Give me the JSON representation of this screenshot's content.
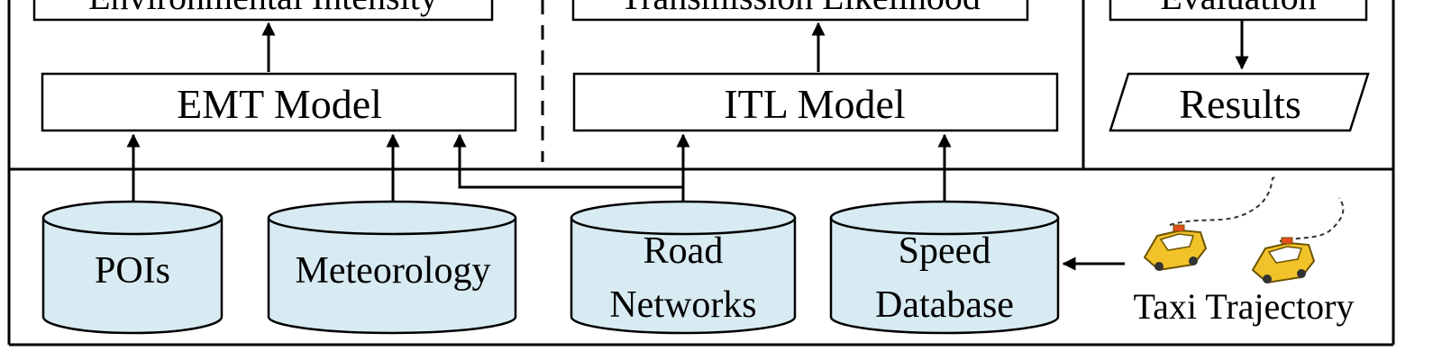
{
  "top_labels": {
    "environmental_intensity": "Environmental Intensity",
    "transmission_likelihood": "Transmission Likelihood",
    "evaluation": "Evaluation"
  },
  "models": {
    "emt": "EMT Model",
    "itl": "ITL Model"
  },
  "results": "Results",
  "databases": {
    "pois": "POIs",
    "meteorology": "Meteorology",
    "road_networks": [
      "Road",
      "Networks"
    ],
    "speed_database": [
      "Speed",
      "Database"
    ]
  },
  "taxi_trajectory": "Taxi Trajectory",
  "colors": {
    "cylinder_fill": "#d8ebf2",
    "taxi_yellow": "#f2c22a",
    "line": "#000000"
  },
  "icons": [
    "taxi-icon",
    "trajectory-path-icon"
  ]
}
